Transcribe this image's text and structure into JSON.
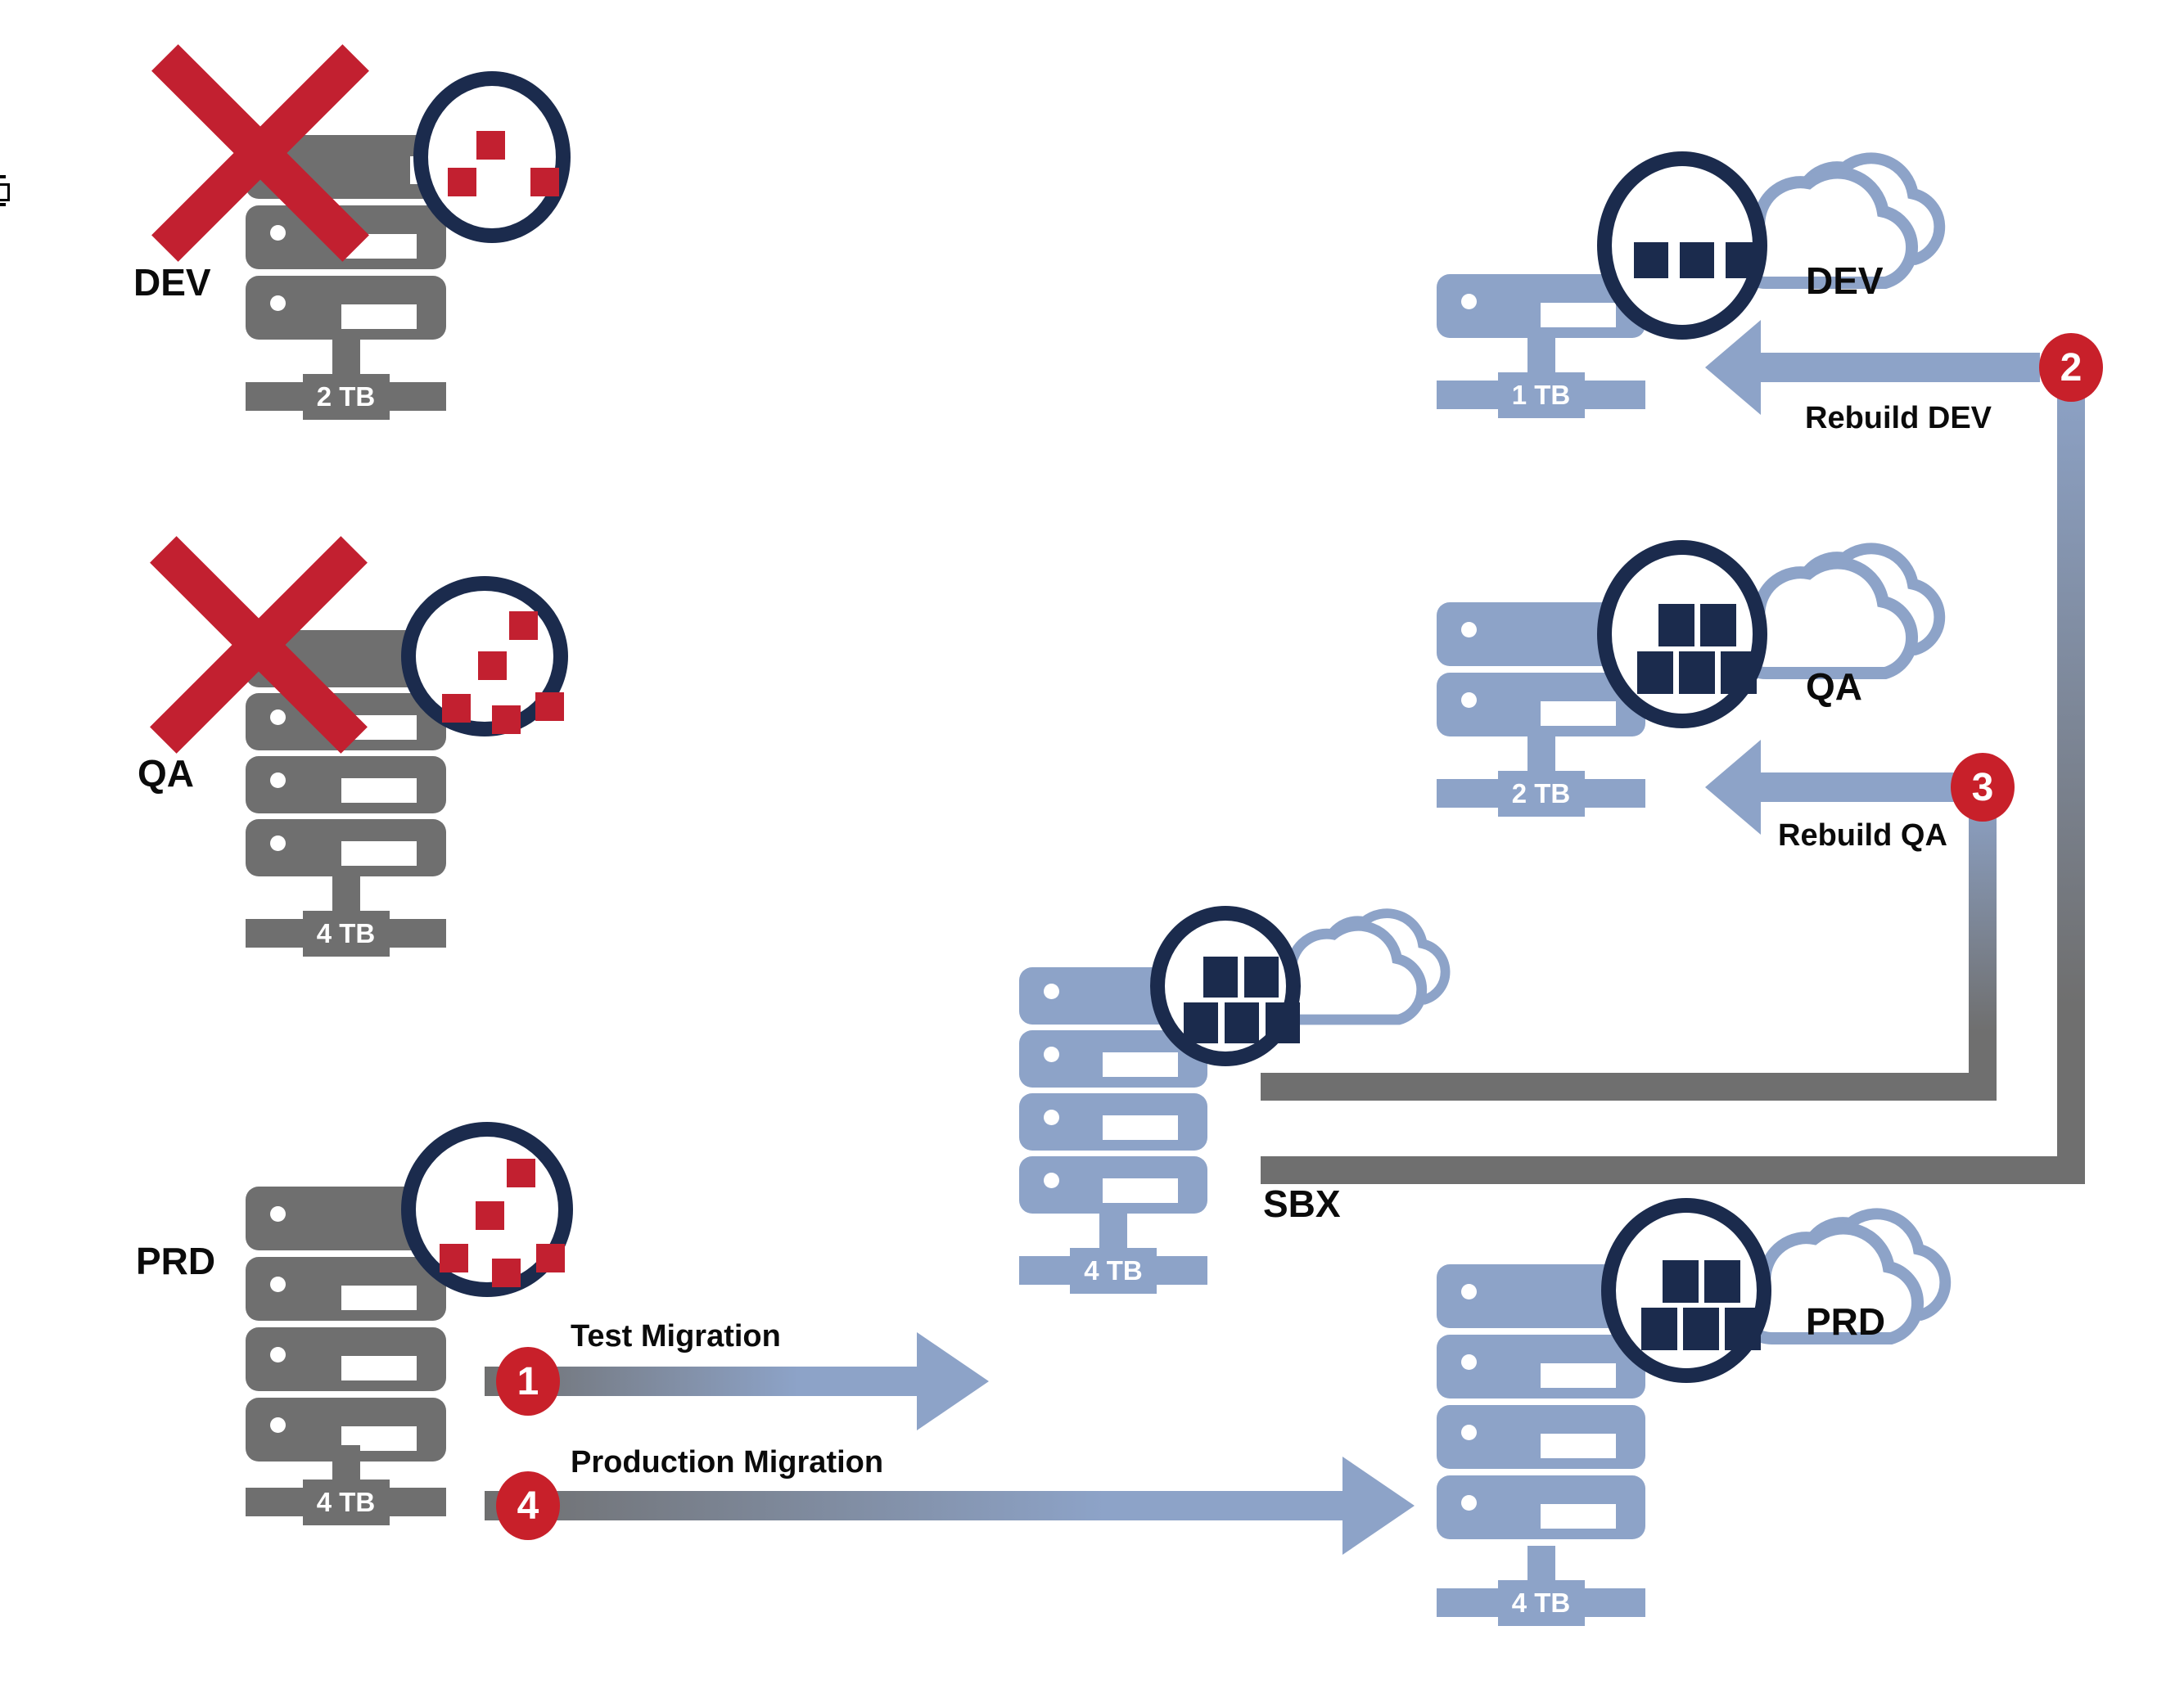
{
  "palette": {
    "server_gray": "#6f6f6f",
    "cloud_blue": "#8da3c8",
    "navy": "#1b2b4d",
    "alert_red": "#c22030",
    "badge_red": "#c8202a"
  },
  "on_prem": {
    "dev": {
      "label": "DEV",
      "capacity": "2 TB",
      "server_count": 3,
      "decommissioned": true
    },
    "qa": {
      "label": "QA",
      "capacity": "4 TB",
      "server_count": 4,
      "decommissioned": true
    },
    "prd": {
      "label": "PRD",
      "capacity": "4 TB",
      "server_count": 4,
      "decommissioned": false
    }
  },
  "cloud": {
    "dev": {
      "label": "DEV",
      "capacity": "1 TB",
      "server_count": 1
    },
    "qa": {
      "label": "QA",
      "capacity": "2 TB",
      "server_count": 2
    },
    "sbx": {
      "label": "SBX",
      "capacity": "4 TB",
      "server_count": 4
    },
    "prd": {
      "label": "PRD",
      "capacity": "4 TB",
      "server_count": 4
    }
  },
  "flows": {
    "test": {
      "step": "1",
      "label": "Test Migration"
    },
    "rebuild_dev": {
      "step": "2",
      "label": "Rebuild DEV"
    },
    "rebuild_qa": {
      "step": "3",
      "label": "Rebuild QA"
    },
    "production": {
      "step": "4",
      "label": "Production Migration"
    }
  }
}
